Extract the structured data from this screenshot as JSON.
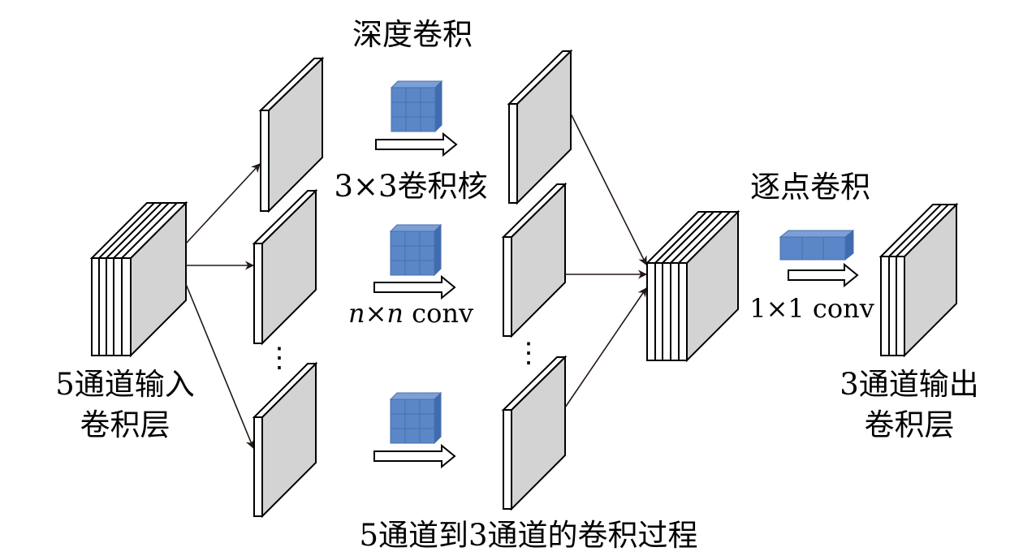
{
  "labels": {
    "depthwise_title": "深度卷积",
    "kernel_3x3": "3×3卷积核",
    "kernel_nxn_n1": "n",
    "kernel_nxn_times": "×",
    "kernel_nxn_n2": "n",
    "kernel_nxn_conv": " conv",
    "pointwise_title": "逐点卷积",
    "kernel_1x1": "1×1 conv",
    "input_line1": "5通道输入",
    "input_line2": "卷积层",
    "output_line1": "3通道输出",
    "output_line2": "卷积层",
    "caption": "5通道到3通道的卷积过程",
    "ellipsis_left": "⋮",
    "ellipsis_mid": "⋮"
  },
  "colors": {
    "face_gray": "#d3d3d3",
    "cube_blue": "#5b87c9",
    "cube_blue_top": "#7aa0d6",
    "cube_blue_side": "#3f6cb0",
    "line": "#000000"
  },
  "structure": {
    "input_channels": 5,
    "depthwise_outputs": 3,
    "pointwise_channels": 5,
    "output_channels": 3
  }
}
